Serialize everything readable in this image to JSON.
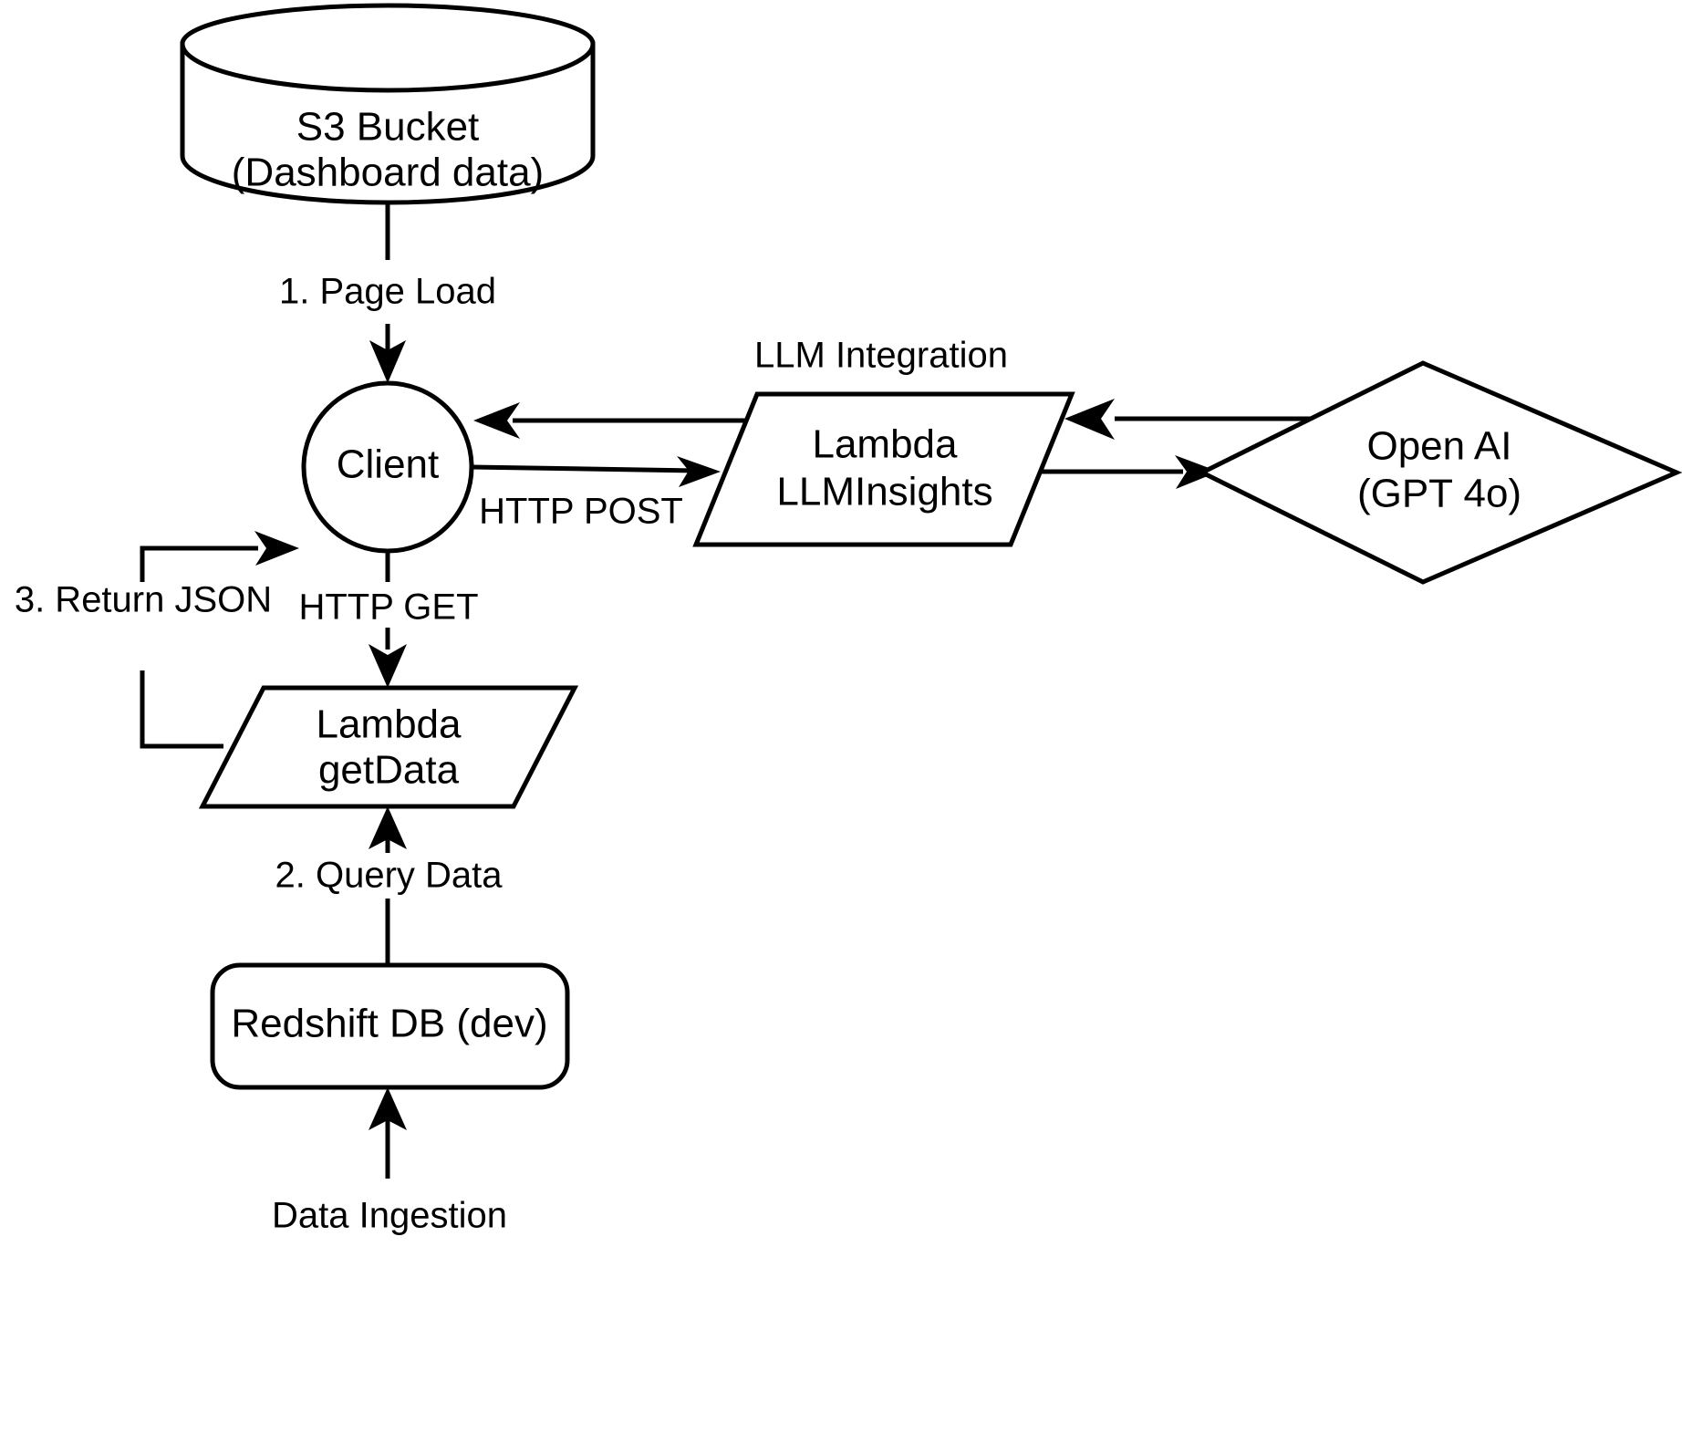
{
  "diagram": {
    "type": "flowchart",
    "title": "",
    "background_color": "#ffffff",
    "line_color": "#000000",
    "nodes": [
      {
        "id": "s3",
        "name": "s3-bucket",
        "shape": "cylinder",
        "label_line1": "S3 Bucket",
        "label_line2": "(Dashboard data)"
      },
      {
        "id": "client",
        "name": "client",
        "shape": "circle",
        "label_line1": "Client",
        "label_line2": ""
      },
      {
        "id": "llminsights",
        "name": "lambda-llminsights",
        "shape": "parallelogram",
        "label_line1": "Lambda",
        "label_line2": "LLMInsights"
      },
      {
        "id": "openai",
        "name": "open-ai",
        "shape": "diamond",
        "label_line1": "Open AI",
        "label_line2": "(GPT 4o)"
      },
      {
        "id": "getdata",
        "name": "lambda-getdata",
        "shape": "parallelogram",
        "label_line1": "Lambda",
        "label_line2": "getData"
      },
      {
        "id": "redshift",
        "name": "redshift-db",
        "shape": "rounded-rectangle",
        "label_line1": "Redshift DB (dev)",
        "label_line2": ""
      }
    ],
    "edges": [
      {
        "id": "e1",
        "name": "edge-page-load",
        "from": "s3",
        "to": "client",
        "label": "1. Page Load"
      },
      {
        "id": "e2",
        "name": "edge-http-get",
        "from": "client",
        "to": "getdata",
        "label": "HTTP GET"
      },
      {
        "id": "e3",
        "name": "edge-query-data",
        "from": "redshift",
        "to": "getdata",
        "label": "2. Query Data"
      },
      {
        "id": "e4",
        "name": "edge-return-json",
        "from": "getdata",
        "to": "client",
        "label": "3. Return JSON"
      },
      {
        "id": "e5",
        "name": "edge-http-post",
        "from": "client",
        "to": "llminsights",
        "label": "HTTP POST"
      },
      {
        "id": "e6",
        "name": "edge-llm-response",
        "from": "llminsights",
        "to": "client",
        "label": ""
      },
      {
        "id": "e7",
        "name": "edge-llm-integration",
        "from": "llminsights",
        "to": "openai",
        "label": "LLM Integration"
      },
      {
        "id": "e8",
        "name": "edge-openai-response",
        "from": "openai",
        "to": "llminsights",
        "label": ""
      },
      {
        "id": "e9",
        "name": "edge-data-ingestion",
        "from": "",
        "to": "redshift",
        "label": "Data Ingestion"
      }
    ],
    "labels": {
      "s3_line1": "S3 Bucket",
      "s3_line2": "(Dashboard data)",
      "page_load": "1. Page Load",
      "client": "Client",
      "llm_integration": "LLM Integration",
      "llminsights_line1": "Lambda",
      "llminsights_line2": "LLMInsights",
      "openai_line1": "Open AI",
      "openai_line2": "(GPT 4o)",
      "http_post": "HTTP POST",
      "http_get": "HTTP GET",
      "return_json": "3. Return JSON",
      "getdata_line1": "Lambda",
      "getdata_line2": "getData",
      "query_data": "2. Query Data",
      "redshift": "Redshift DB (dev)",
      "data_ingestion": "Data Ingestion"
    }
  }
}
